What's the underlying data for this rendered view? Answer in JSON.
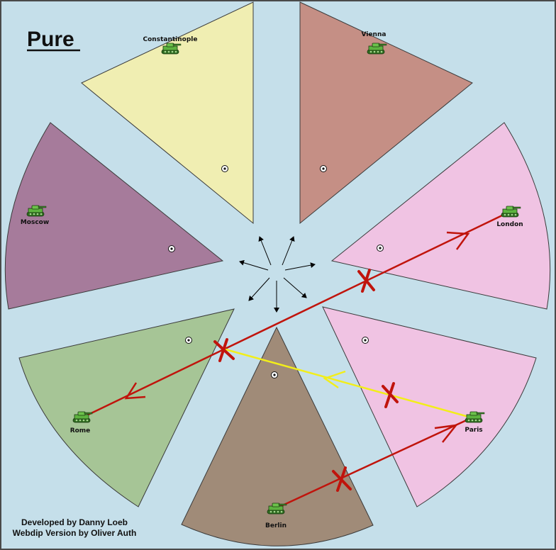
{
  "map": {
    "title": "Pure",
    "credits_line1": "Developed by Danny Loeb",
    "credits_line2": "Webdip Version by Oliver Auth"
  },
  "colors": {
    "background": "#c5dfea",
    "constantinople": "#f0eeb2",
    "vienna": "#c58f85",
    "london": "#f0c3e3",
    "paris": "#f0c3e3",
    "berlin": "#a08b78",
    "rome": "#a6c596",
    "moscow": "#a67b9b",
    "order_move": "#c0140c",
    "order_support": "#f2ee1a",
    "order_fail": "#c0140c",
    "unit_green": "#3e9b2c"
  },
  "territories": [
    {
      "id": "constantinople",
      "label": "Constantinople"
    },
    {
      "id": "vienna",
      "label": "Vienna"
    },
    {
      "id": "london",
      "label": "London"
    },
    {
      "id": "paris",
      "label": "Paris"
    },
    {
      "id": "berlin",
      "label": "Berlin"
    },
    {
      "id": "rome",
      "label": "Rome"
    },
    {
      "id": "moscow",
      "label": "Moscow"
    }
  ],
  "units": [
    {
      "type": "army",
      "territory": "constantinople"
    },
    {
      "type": "army",
      "territory": "vienna"
    },
    {
      "type": "army",
      "territory": "london"
    },
    {
      "type": "army",
      "territory": "paris"
    },
    {
      "type": "army",
      "territory": "berlin"
    },
    {
      "type": "army",
      "territory": "rome"
    },
    {
      "type": "army",
      "territory": "moscow"
    }
  ],
  "orders": [
    {
      "type": "move",
      "from": "london",
      "to": "rome",
      "result": "failed"
    },
    {
      "type": "support",
      "from": "paris",
      "to": "rome",
      "result": "failed"
    },
    {
      "type": "move",
      "from": "berlin",
      "to": "paris",
      "result": "failed"
    }
  ],
  "icons": {
    "unit": "tank-icon",
    "supply_center": "supply-center-icon",
    "failure": "failed-order-x-icon",
    "compass": "center-compass-arrows"
  }
}
